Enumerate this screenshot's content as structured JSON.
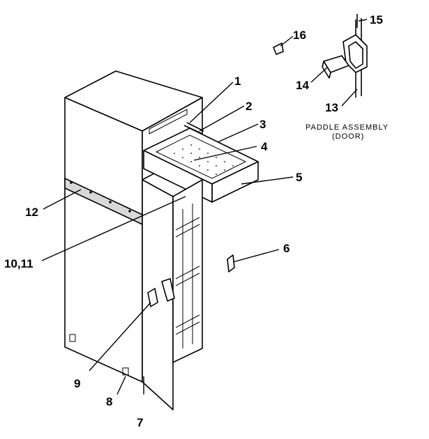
{
  "callouts": {
    "c1": "1",
    "c2": "2",
    "c3": "3",
    "c4": "4",
    "c5": "5",
    "c6": "6",
    "c7": "7",
    "c8": "8",
    "c9": "9",
    "c10_11": "10,11",
    "c12": "12",
    "c13": "13",
    "c14": "14",
    "c15": "15",
    "c16": "16"
  },
  "caption": {
    "line1": "PADDLE ASSEMBLY",
    "line2": "(DOOR)"
  }
}
